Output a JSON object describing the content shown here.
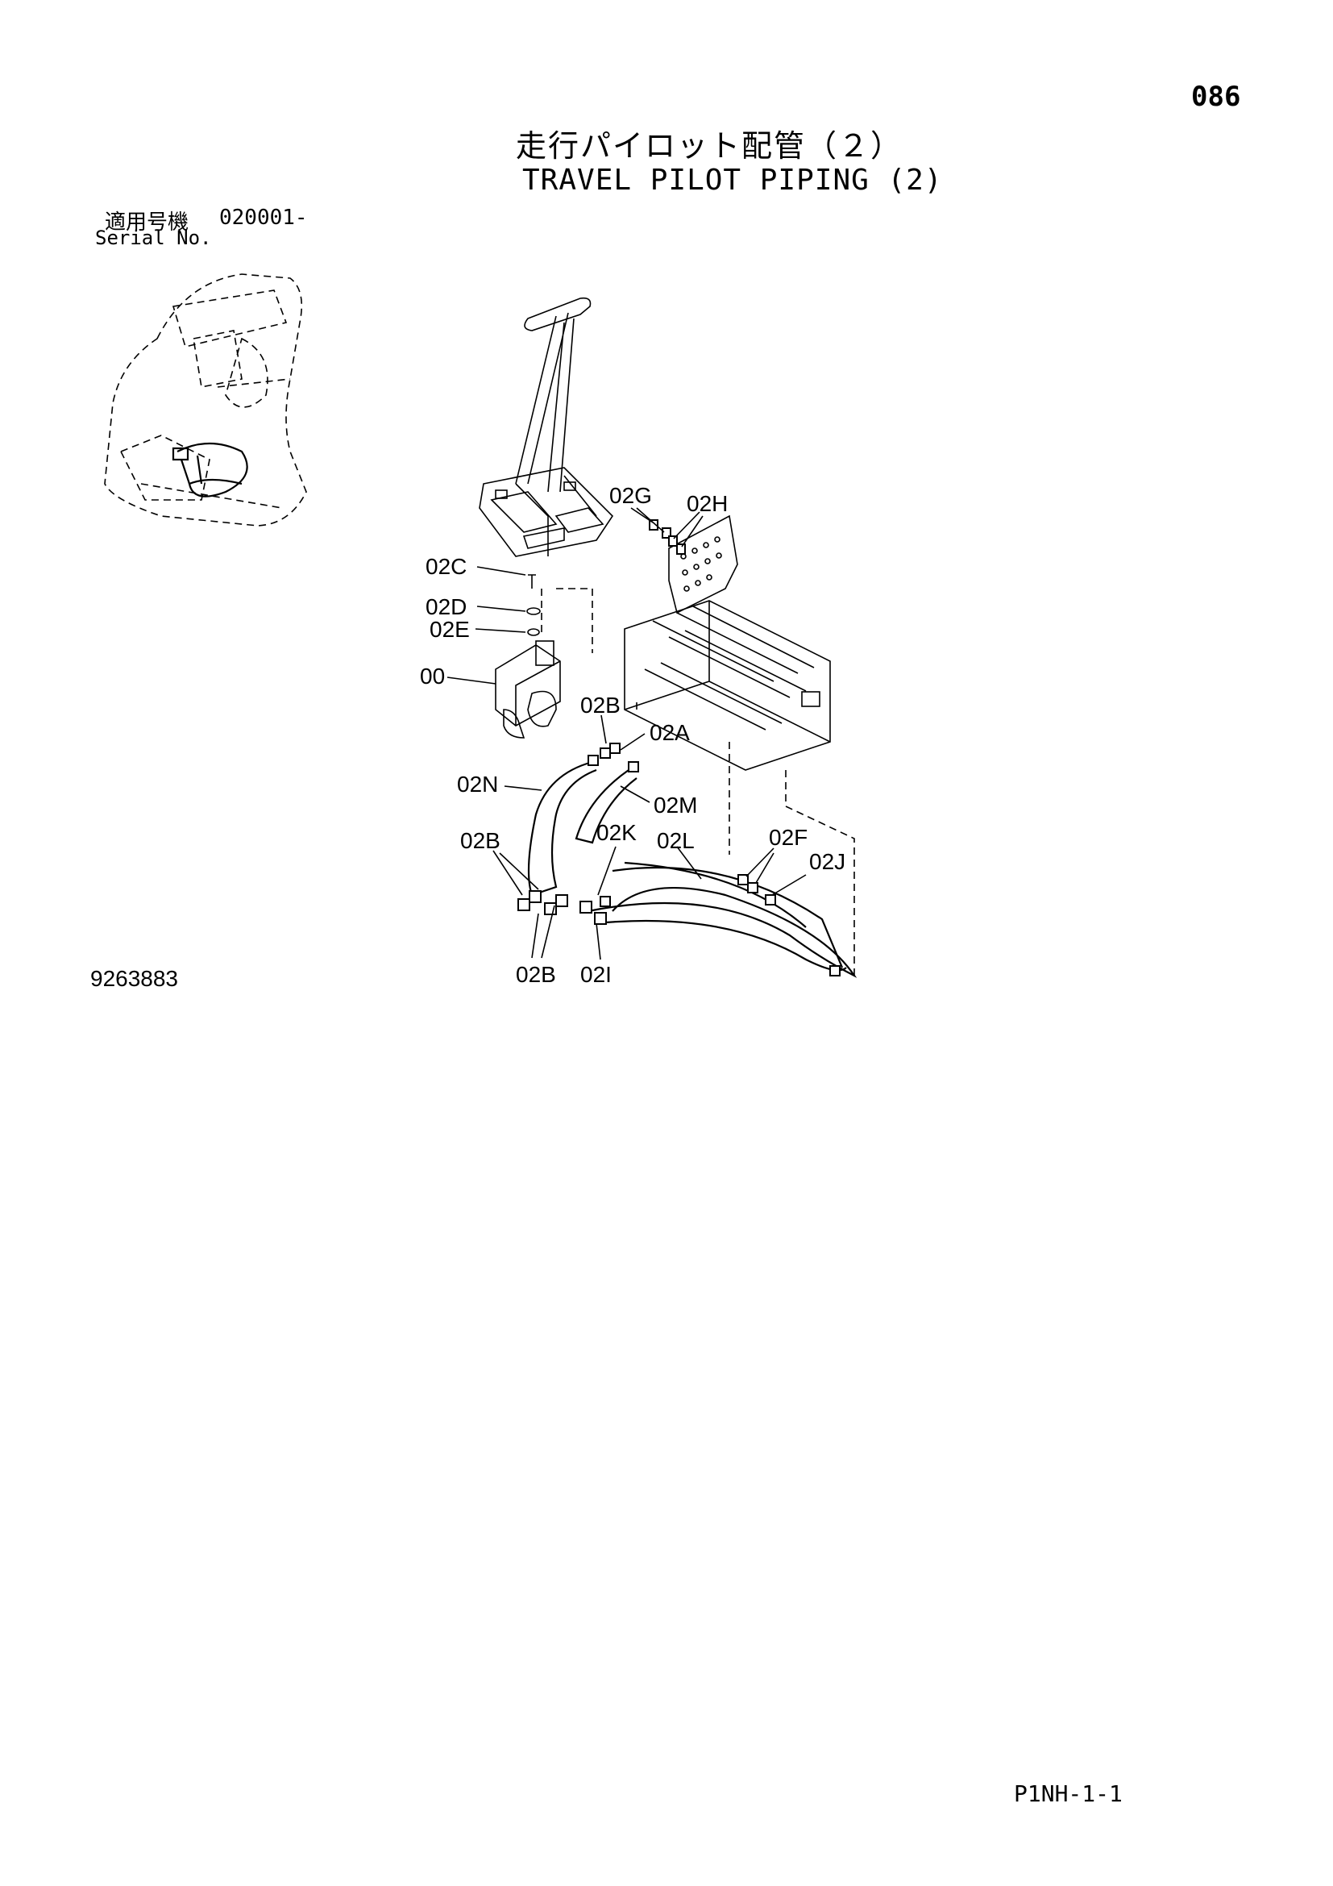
{
  "page_number": "086",
  "title_jp": "走行パイロット配管（２）",
  "title_en": "TRAVEL PILOT PIPING (2)",
  "serial": {
    "label_jp": "適用号機",
    "value": "020001-",
    "label_en": "Serial No."
  },
  "drawing_number": "9263883",
  "footer_code": "P1NH-1-1",
  "callouts": {
    "c_02G": "02G",
    "c_02H": "02H",
    "c_02C": "02C",
    "c_02D": "02D",
    "c_02E": "02E",
    "c_00": "00",
    "c_02B_top": "02B",
    "c_02A": "02A",
    "c_02N": "02N",
    "c_02M": "02M",
    "c_02K": "02K",
    "c_02L": "02L",
    "c_02F": "02F",
    "c_02J": "02J",
    "c_02B_left": "02B",
    "c_02B_bottom": "02B",
    "c_02I": "02I"
  }
}
